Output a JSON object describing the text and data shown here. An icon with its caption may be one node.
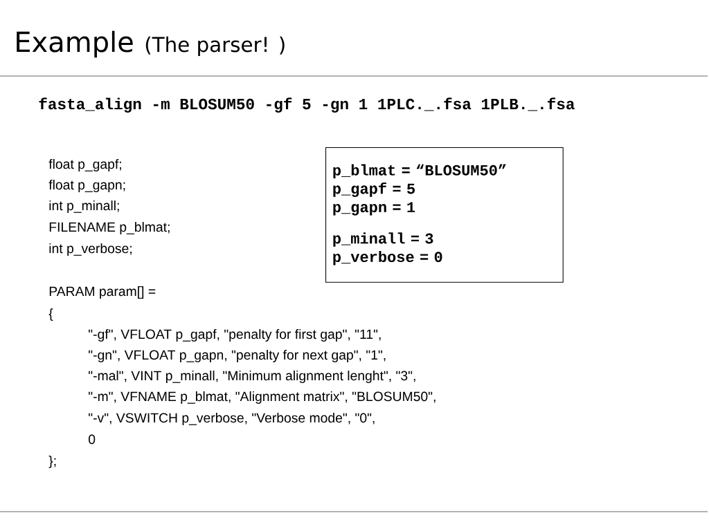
{
  "diagram": {
    "title": "Example",
    "nodes": [
      {
        "text": [
          "p_blmat = “BLOSUM50”",
          "p_gapf = 5",
          "p_gapn = 1",
          "p_minall = 3",
          "p_verbose = 0"
        ]
      }
    ],
    "edges": [],
    "labels": [
      "(The parser! )",
      "fasta_align -m BLOSUM50 -gf 5 -gn 1 1PLC._.fsa 1PLB._.fsa",
      "float p_gapf;",
      "float p_gapn;",
      "int p_minall;",
      "FILENAME p_blmat;",
      "int p_verbose;",
      "PARAM param[] =",
      "{",
      "\"-gf\", VFLOAT p_gapf, \"penalty for first gap\", \"11\",",
      "\"-gn\", VFLOAT p_gapn, \"penalty for next gap\", \"1\",",
      "\"-mal\", VINT p_minall, \"Minimum alignment lenght\", \"3\",",
      "\"-m\", VFNAME p_blmat, \"Alignment matrix\", \"BLOSUM50\",",
      "\"-v\", VSWITCH p_verbose, \"Verbose mode\", \"0\",",
      "0",
      "};"
    ]
  }
}
